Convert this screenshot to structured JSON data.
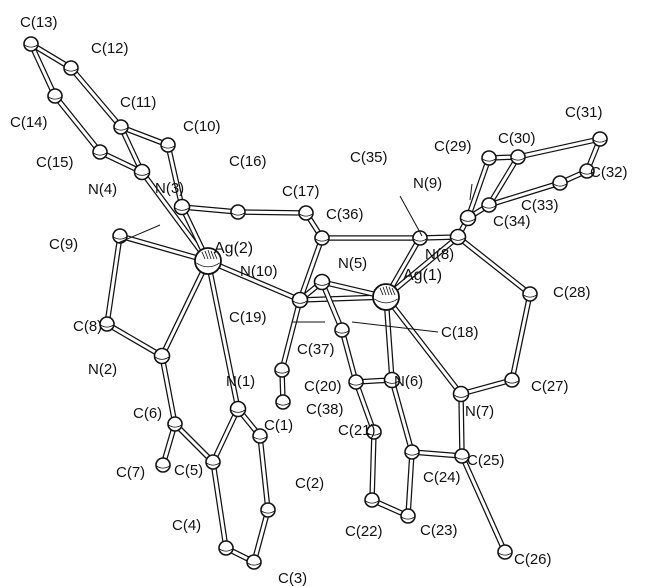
{
  "labels": {
    "C13": "C(13)",
    "C12": "C(12)",
    "C11": "C(11)",
    "C14": "C(14)",
    "C10": "C(10)",
    "C15": "C(15)",
    "N4": "N(4)",
    "N3": "N(3)",
    "C16": "C(16)",
    "C17": "C(17)",
    "C35": "C(35)",
    "C29": "C(29)",
    "C30": "C(30)",
    "C31": "C(31)",
    "C32": "C(32)",
    "C33": "C(33)",
    "N9": "N(9)",
    "C34": "C(34)",
    "C36": "C(36)",
    "Ag2": "Ag(2)",
    "C9": "C(9)",
    "N10": "N(10)",
    "N5": "N(5)",
    "Ag1": "Ag(1)",
    "N8": "N(8)",
    "C28": "C(28)",
    "C8": "C(8)",
    "C19": "C(19)",
    "C18": "C(18)",
    "C37": "C(37)",
    "N2": "N(2)",
    "N1": "N(1)",
    "C20": "C(20)",
    "N6": "N(6)",
    "C27": "C(27)",
    "C38": "C(38)",
    "N7": "N(7)",
    "C6": "C(6)",
    "C21": "C(21)",
    "C1": "C(1)",
    "C25": "C(25)",
    "C7": "C(7)",
    "C5": "C(5)",
    "C24": "C(24)",
    "C2": "C(2)",
    "C4": "C(4)",
    "C22": "C(22)",
    "C23": "C(23)",
    "C26": "C(26)",
    "C3": "C(3)"
  }
}
